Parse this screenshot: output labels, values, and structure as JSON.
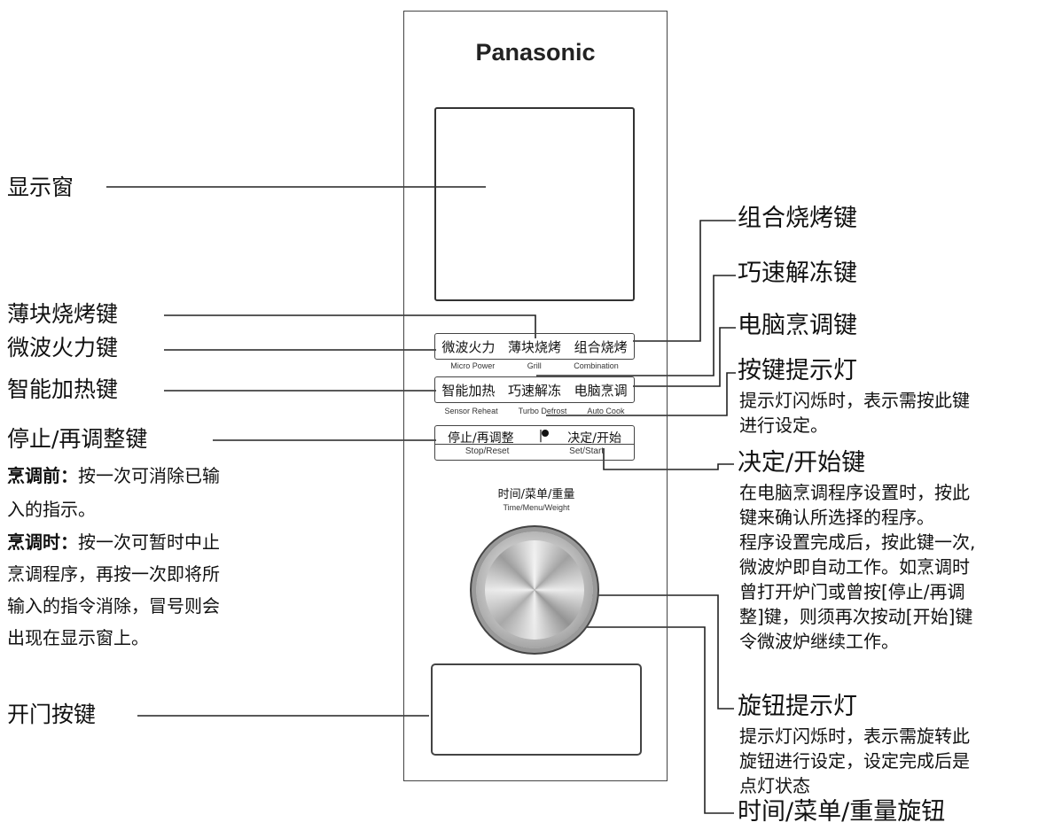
{
  "brand": "Panasonic",
  "buttons": {
    "row1": {
      "cn": [
        "微波火力",
        "薄块烧烤",
        "组合烧烤"
      ],
      "en": [
        "Micro Power",
        "Grill",
        "Combination"
      ]
    },
    "row2": {
      "cn": [
        "智能加热",
        "巧速解冻",
        "电脑烹调"
      ],
      "en": [
        "Sensor Reheat",
        "Turbo Defrost",
        "Auto Cook"
      ]
    },
    "stop": {
      "cn": "停止/再调整",
      "sep": "|",
      "start_cn": "决定/开始",
      "en": "Stop/Reset",
      "start_en": "Set/Start"
    }
  },
  "dial": {
    "cn": "时间/菜单/重量",
    "en": "Time/Menu/Weight"
  },
  "labels": {
    "display": "显示窗",
    "grill": "薄块烧烤键",
    "micro": "微波火力键",
    "sensor": "智能加热键",
    "stop": "停止/再调整键",
    "stop_desc": {
      "before_title": "烹调前：",
      "before_1": "按一次可消除已输",
      "before_2": "入的指示。",
      "during_title": "烹调时：",
      "during_1": "按一次可暂时中止",
      "during_2": "烹调程序，再按一次即将所",
      "during_3": "输入的指令消除，冒号则会",
      "during_4": "出现在显示窗上。"
    },
    "door": "开门按键",
    "combo": "组合烧烤键",
    "turbo": "巧速解冻键",
    "auto": "电脑烹调键",
    "key_light": "按键提示灯",
    "key_light_desc": [
      "提示灯闪烁时，表示需按此键",
      "进行设定。"
    ],
    "start": "决定/开始键",
    "start_desc": [
      "在电脑烹调程序设置时，按此",
      "键来确认所选择的程序。",
      "程序设置完成后，按此键一次,",
      "微波炉即自动工作。如烹调时",
      "曾打开炉门或曾按[停止/再调",
      "整]键，则须再次按动[开始]键",
      "令微波炉继续工作。"
    ],
    "knob_light": "旋钮提示灯",
    "knob_light_desc": [
      "提示灯闪烁时，表示需旋转此",
      "旋钮进行设定，设定完成后是",
      "点灯状态"
    ],
    "knob": "时间/菜单/重量旋钮"
  }
}
